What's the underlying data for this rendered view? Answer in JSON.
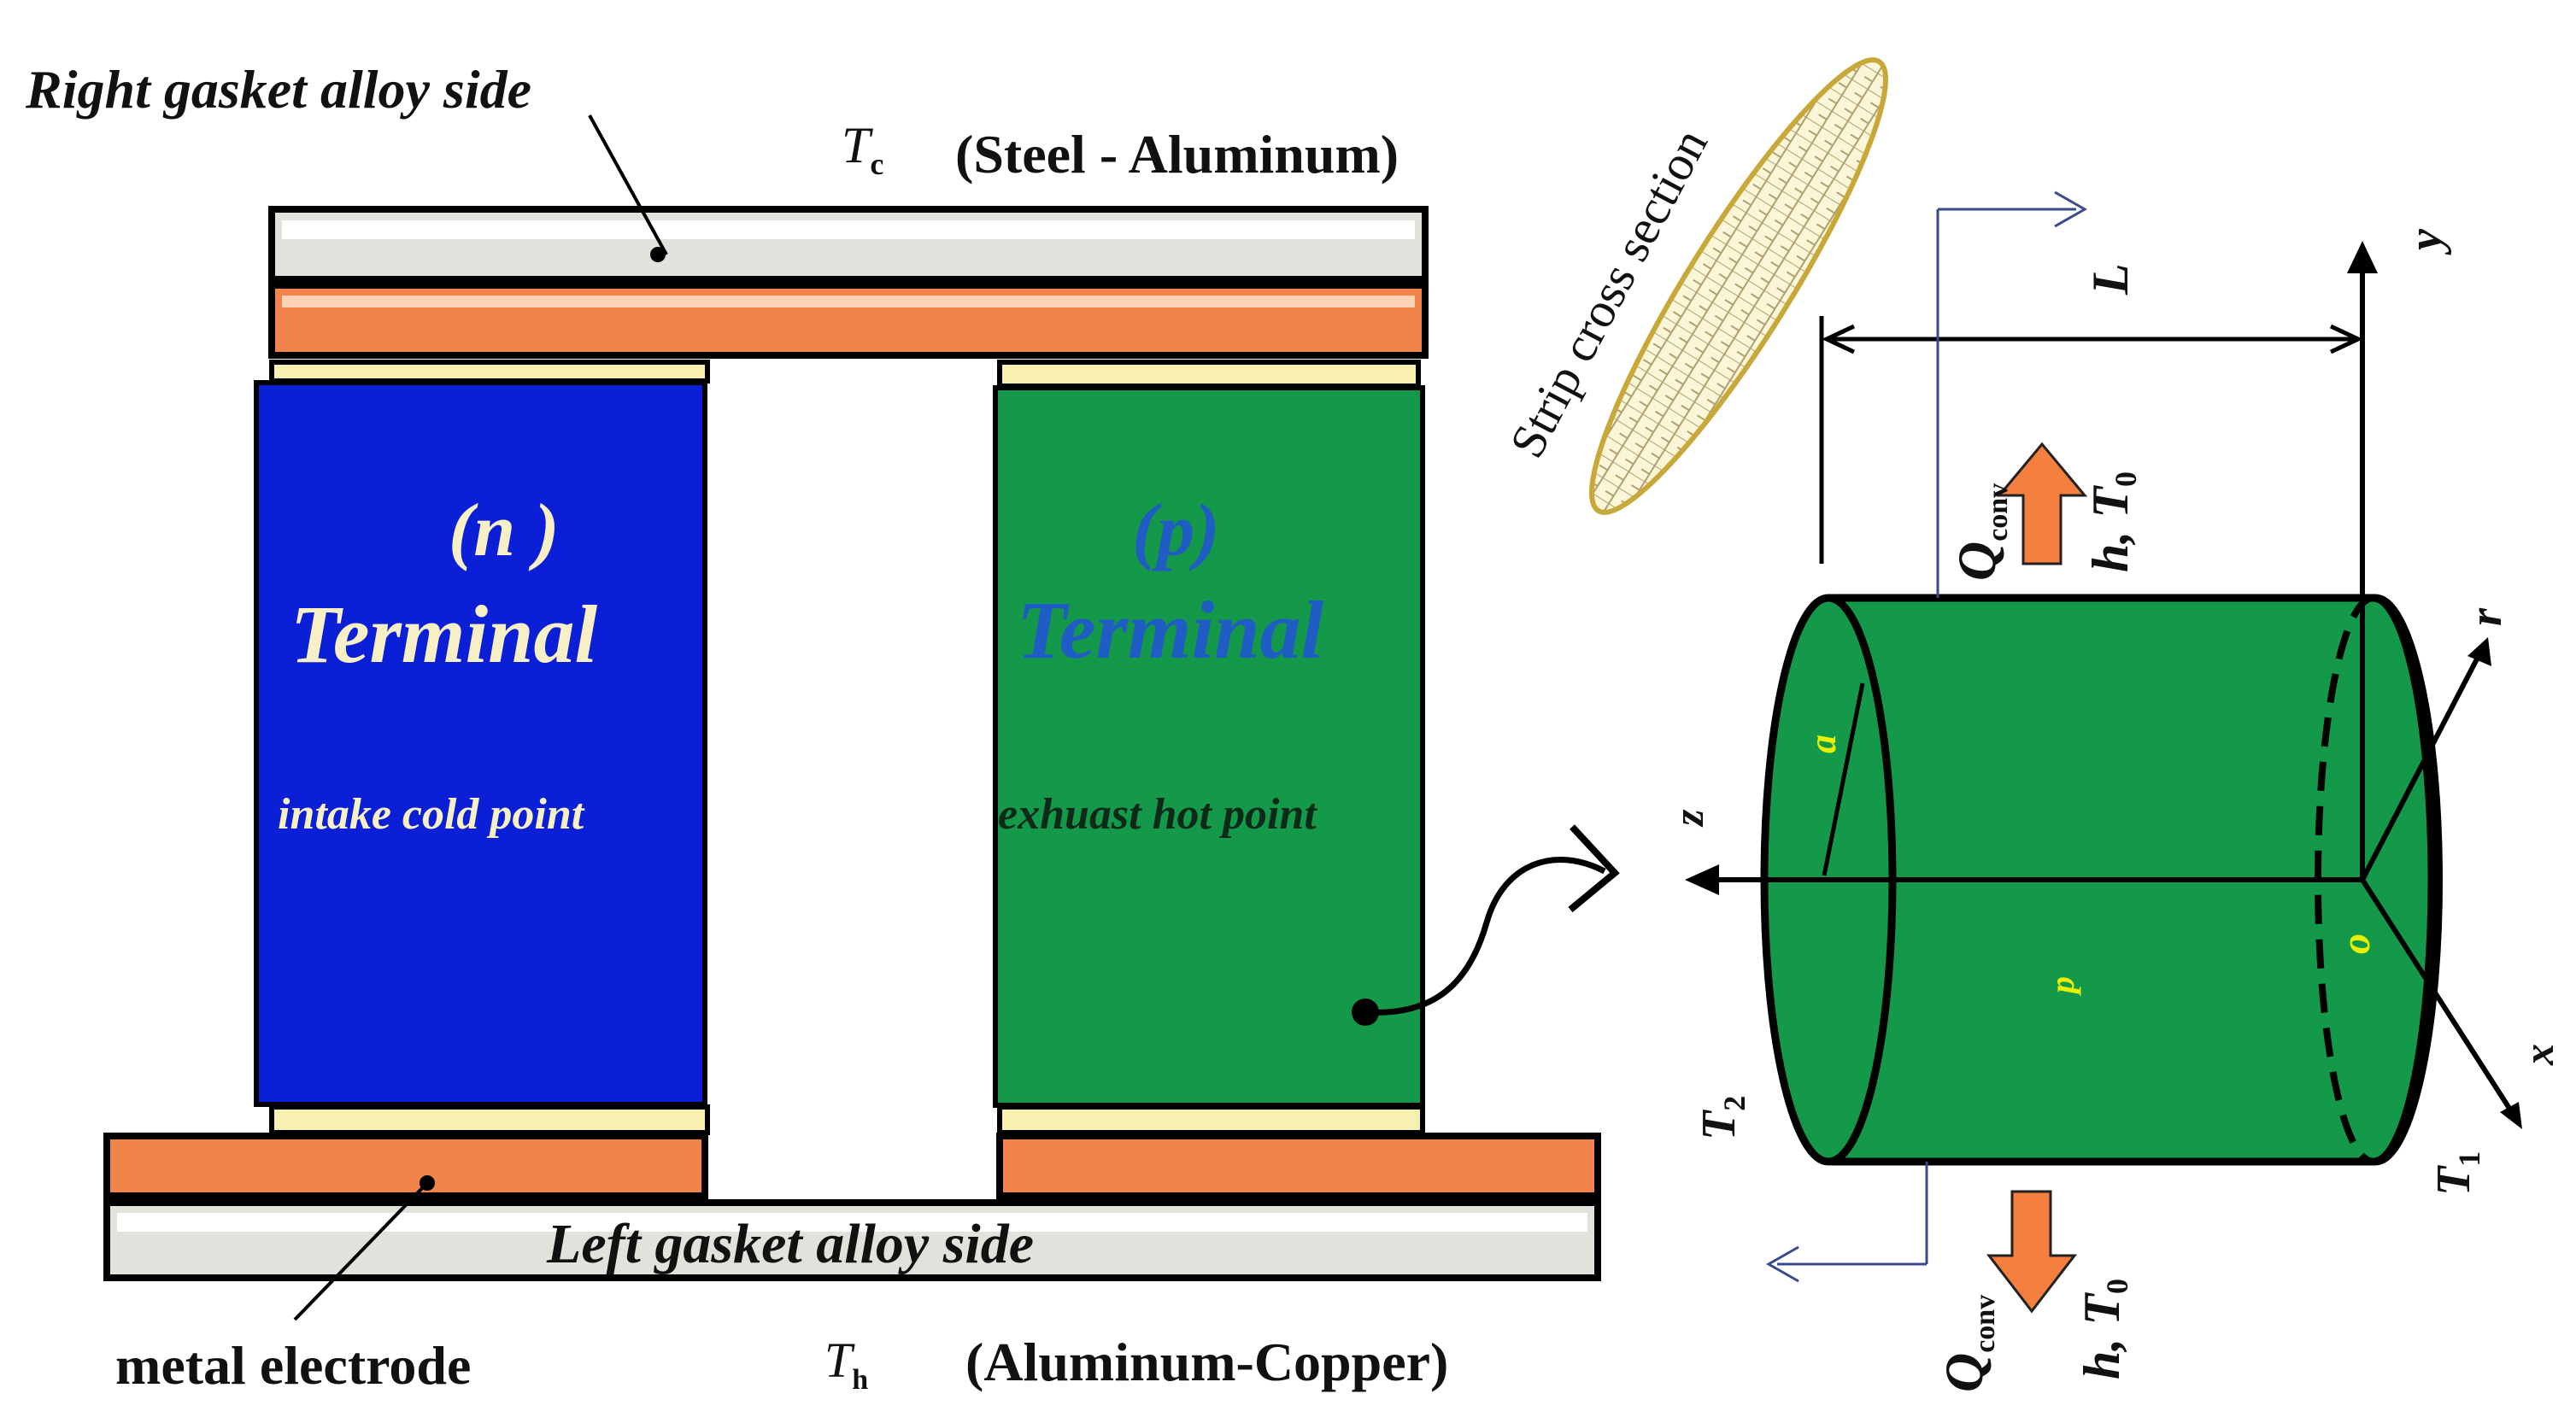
{
  "labels": {
    "right_gasket": "Right gasket alloy side",
    "tc_main": "T",
    "tc_sub": "c",
    "steel_aluminum": "(Steel - Aluminum)",
    "n_type": "(n )",
    "n_terminal": "Terminal",
    "n_point": "intake cold point",
    "p_type": "(p)",
    "p_terminal": "Terminal",
    "p_point": "exhuast hot point",
    "left_gasket": "Left gasket alloy side",
    "metal_electrode": "metal electrode",
    "th_main": "T",
    "th_sub": "h",
    "aluminum_copper": "(Aluminum-Copper)",
    "strip_cross_section": "Strip cross section",
    "length": "L",
    "axis_y": "y",
    "axis_z": "z",
    "axis_r": "r",
    "axis_x": "x",
    "origin": "o",
    "radius": "a",
    "material": "p",
    "q_conv_top": "Q",
    "q_conv_top_sub": "conv",
    "h_t0_top": "h, T",
    "h_t0_top_sub": "0",
    "q_conv_bottom": "Q",
    "q_conv_bottom_sub": "conv",
    "h_t0_bottom": "h, T",
    "h_t0_bottom_sub": "0",
    "t2_main": "T",
    "t2_sub": "2",
    "t1_main": "T",
    "t1_sub": "1"
  },
  "colors": {
    "n_block": "#0a1fd6",
    "p_block": "#14994a",
    "electrode": "#f0844a",
    "gasket": "#e3e1dc",
    "thin_layer": "#f7f0b0",
    "cylinder": "#14994a",
    "arrow": "#f57f3e",
    "n_text": "#f7f0c6",
    "p_text": "#1f5cc4",
    "cross_section_fill": "#fbf6d8",
    "cross_section_stroke": "#c9a83a"
  }
}
